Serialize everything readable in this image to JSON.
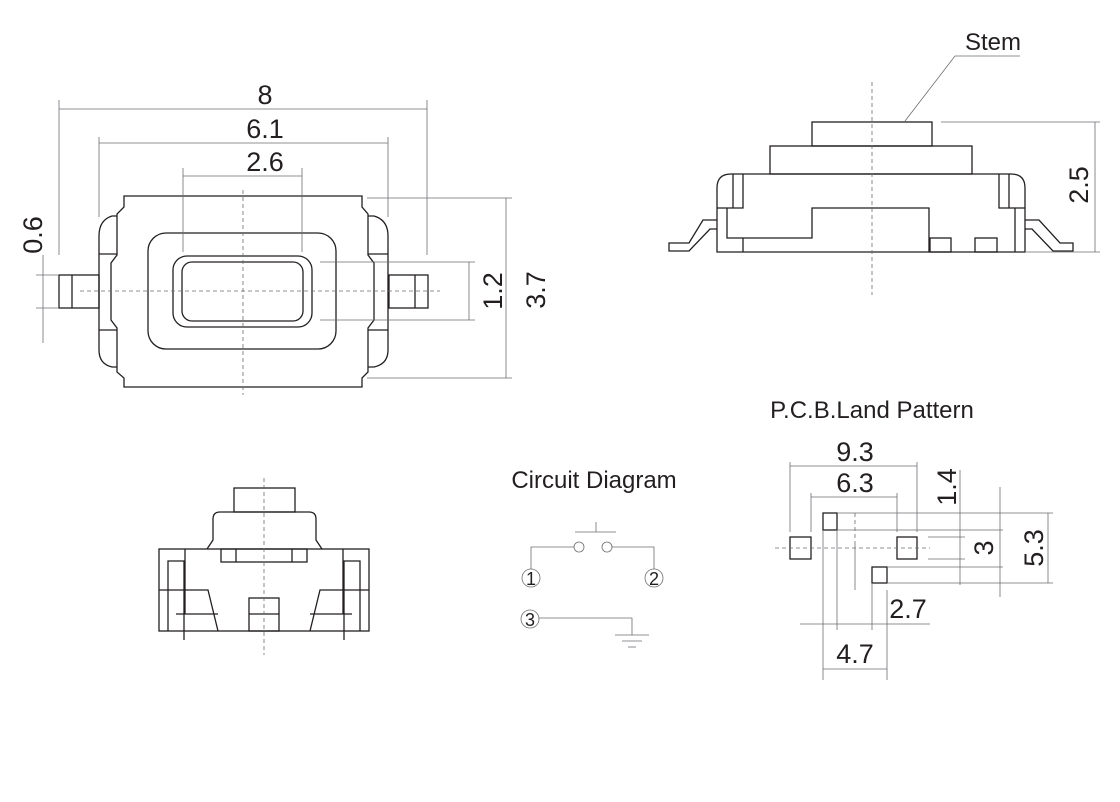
{
  "top_view": {
    "dims": {
      "overall_width": "8",
      "body_width": "6.1",
      "window_width": "2.6",
      "lead_width": "0.6",
      "window_height": "1.2",
      "body_height": "3.7"
    }
  },
  "side_view": {
    "stem_label": "Stem",
    "dims": {
      "height": "2.5"
    }
  },
  "circuit": {
    "title": "Circuit Diagram",
    "pins": [
      "1",
      "2",
      "3"
    ]
  },
  "pcb": {
    "title": "P.C.B.Land Pattern",
    "dims": {
      "outer_span": "9.3",
      "inner_span": "6.3",
      "pad_pitch_small": "1.4",
      "pad_spacing": "3",
      "overall_height": "5.3",
      "offset_a": "2.7",
      "offset_b": "4.7"
    }
  }
}
